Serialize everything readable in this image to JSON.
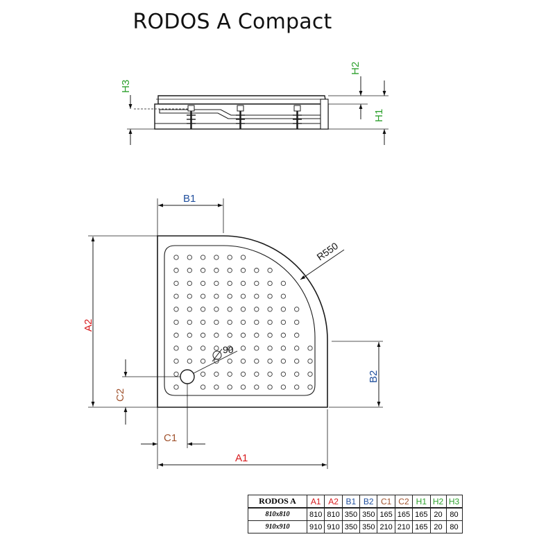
{
  "title": "RODOS A Compact",
  "colors": {
    "A": "#d7191c",
    "B": "#1f4e9c",
    "C": "#a0522d",
    "H": "#2ca02c",
    "line": "#1a1a1a",
    "dim": "#222222"
  },
  "dimension_labels": {
    "A1": "A1",
    "A2": "A2",
    "B1": "B1",
    "B2": "B2",
    "C1": "C1",
    "C2": "C2",
    "H1": "H1",
    "H2": "H2",
    "H3": "H3",
    "radius": "R550",
    "drain": "90"
  },
  "table": {
    "series": "RODOS A",
    "columns": [
      "A1",
      "A2",
      "B1",
      "B2",
      "C1",
      "C2",
      "H1",
      "H2",
      "H3"
    ],
    "column_groups": [
      "A",
      "A",
      "B",
      "B",
      "C",
      "C",
      "H",
      "H",
      "H"
    ],
    "rows": [
      {
        "model": "810x810",
        "values": [
          "810",
          "810",
          "350",
          "350",
          "165",
          "165",
          "165",
          "20",
          "80"
        ]
      },
      {
        "model": "910x910",
        "values": [
          "910",
          "910",
          "350",
          "350",
          "210",
          "210",
          "165",
          "20",
          "80"
        ]
      }
    ]
  }
}
